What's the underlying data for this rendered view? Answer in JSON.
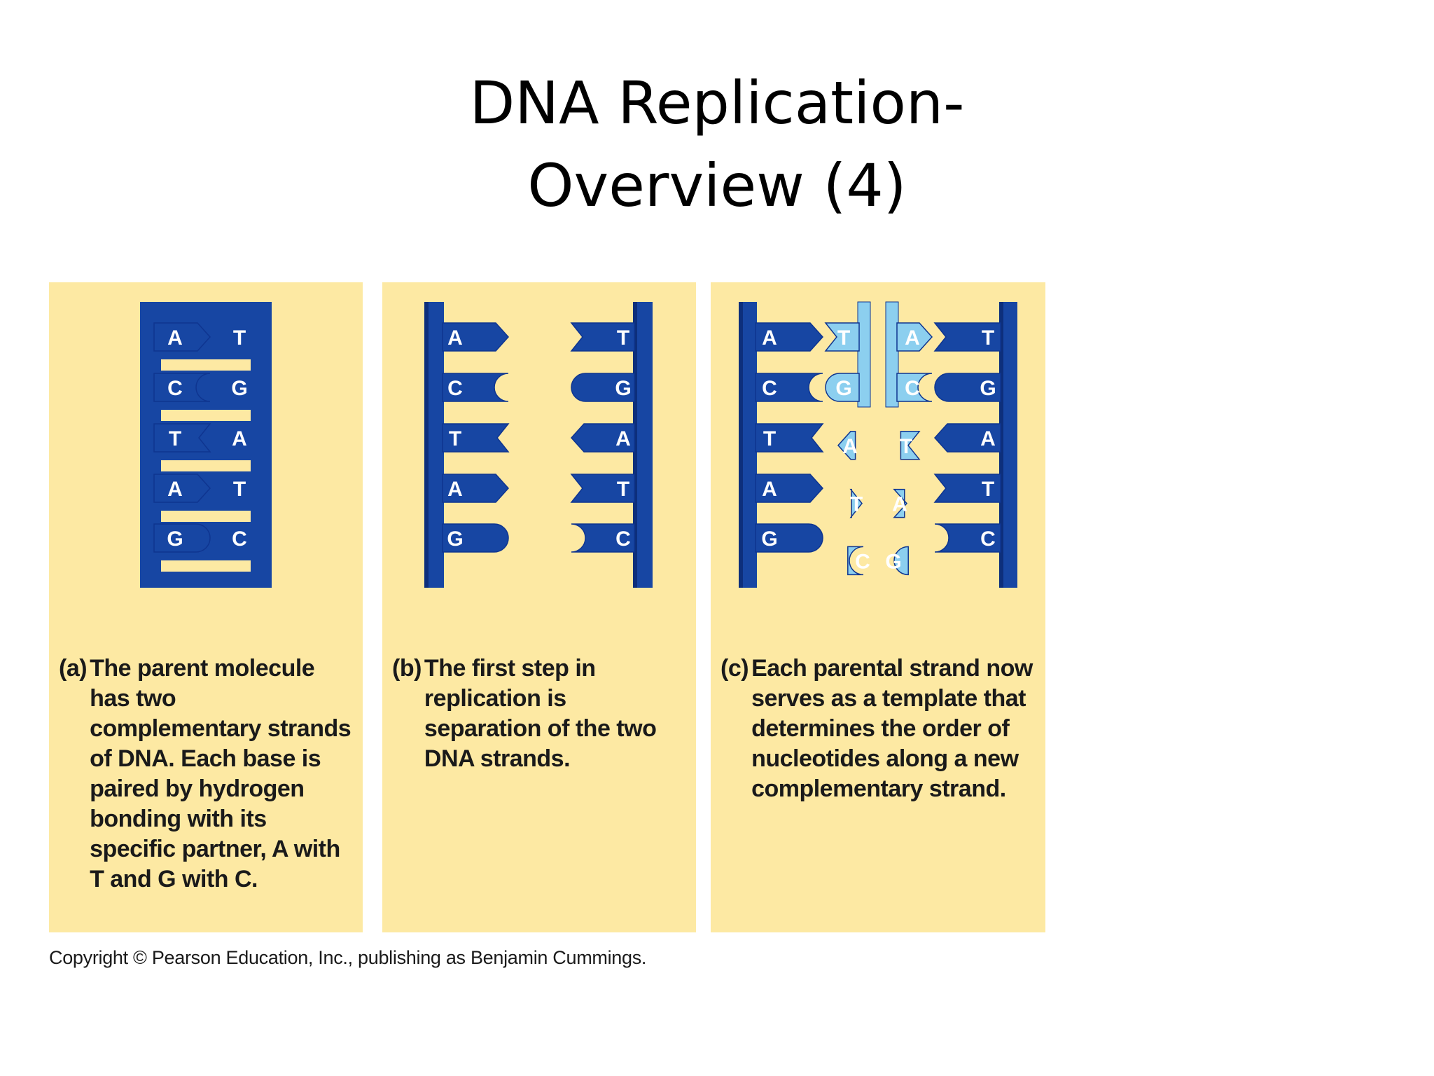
{
  "title": {
    "line1": "DNA Replication-",
    "line2": "Overview (4)"
  },
  "colors": {
    "panel": "#fde9a3",
    "parent_strand": "#1746a3",
    "new_strand": "#8ccfef",
    "base_outline": "#0f3590"
  },
  "panels": [
    {
      "id": "a",
      "letter": "(a)",
      "caption": "The parent molecule has two complementary strands of DNA. Each base is paired by hydrogen bonding with its specific partner, A with T and G with C.",
      "left_bases": [
        "A",
        "C",
        "T",
        "A",
        "G"
      ],
      "right_bases": [
        "T",
        "G",
        "A",
        "T",
        "C"
      ]
    },
    {
      "id": "b",
      "letter": "(b)",
      "caption": "The first step in replication is separation of the two DNA strands.",
      "left_bases": [
        "A",
        "C",
        "T",
        "A",
        "G"
      ],
      "right_bases": [
        "T",
        "G",
        "A",
        "T",
        "C"
      ]
    },
    {
      "id": "c",
      "letter": "(c)",
      "caption": "Each parental strand now serves as a template that determines the order of nucleotides along a new complementary strand.",
      "left_bases": [
        "A",
        "C",
        "T",
        "A",
        "G"
      ],
      "left_new_bases": [
        "T",
        "G",
        "A",
        "T",
        "C"
      ],
      "right_new_bases": [
        "A",
        "C",
        "T",
        "A",
        "G"
      ],
      "right_bases": [
        "T",
        "G",
        "A",
        "T",
        "C"
      ]
    }
  ],
  "copyright": "Copyright © Pearson Education, Inc., publishing as Benjamin Cummings."
}
